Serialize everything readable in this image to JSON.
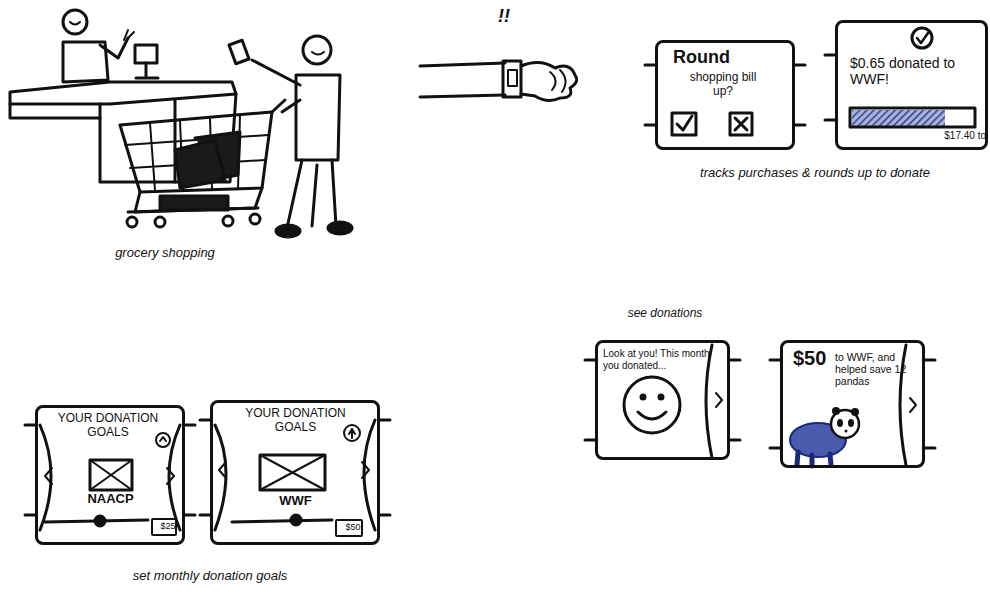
{
  "diagram": {
    "nodes": [
      {
        "text": [
          "Round",
          "shopping bill up?"
        ]
      },
      {
        "text": [
          "$0.65 donated to WWF!",
          "$17.40 to"
        ]
      },
      {
        "text": [
          "Look at you! This month you donated..."
        ]
      },
      {
        "text": [
          "$50",
          "to WWF, and helped save 12 pandas"
        ]
      },
      {
        "text": [
          "YOUR DONATION GOALS",
          "NAACP"
        ]
      },
      {
        "text": [
          "$25"
        ],
        "in": 4
      },
      {
        "text": [
          "YOUR DONATION GOALS",
          "WWF"
        ]
      },
      {
        "text": [
          "$50"
        ],
        "in": 6
      }
    ],
    "labels": [
      "grocery shopping",
      "!!",
      "tracks purchases & rounds up to donate",
      "see donations",
      "set monthly donation goals"
    ]
  }
}
